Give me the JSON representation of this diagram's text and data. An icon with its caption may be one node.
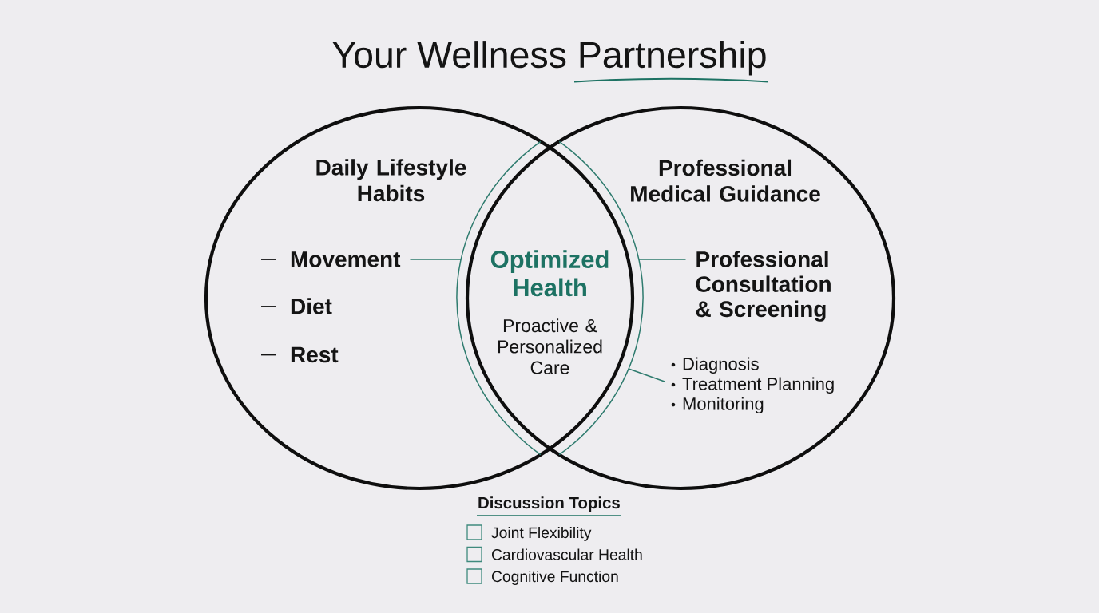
{
  "diagram": {
    "title": "Your Wellness Partnership",
    "nodes": [
      {
        "text": [
          "Daily Lifestyle Habits"
        ]
      },
      {
        "text": [
          "Professional Medical Guidance"
        ]
      },
      {
        "text": [
          "Optimized Health",
          "Proactive & Personalized Care"
        ]
      },
      {
        "text": [
          "Movement"
        ],
        "in": 0
      },
      {
        "text": [
          "Professional Consultation & Screening"
        ],
        "in": 1
      },
      {
        "text": [
          "Diagnosis",
          "Treatment Planning",
          "Monitoring"
        ],
        "in": 1
      }
    ],
    "edges": [
      {
        "from": 3,
        "to": 2,
        "arrow": "none"
      },
      {
        "from": 2,
        "to": 4,
        "arrow": "none"
      },
      {
        "from": 2,
        "to": 5,
        "arrow": "none"
      }
    ],
    "labels": [
      "Diet",
      "Rest",
      "Discussion Topics",
      "Joint Flexibility",
      "Cardiovascular Health",
      "Cognitive Function"
    ]
  }
}
